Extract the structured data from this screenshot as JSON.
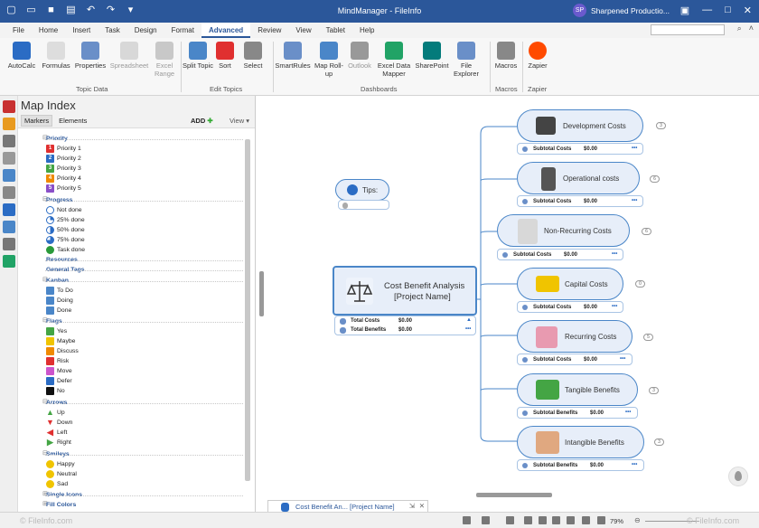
{
  "app": {
    "title": "MindManager - FileInfo",
    "user_initials": "SP",
    "user_name": "Sharpened Productio..."
  },
  "menu": [
    "File",
    "Home",
    "Insert",
    "Task",
    "Design",
    "Format",
    "Advanced",
    "Review",
    "View",
    "Tablet",
    "Help"
  ],
  "ribbon": {
    "buttons": [
      "AutoCalc",
      "Formulas",
      "Properties",
      "Spreadsheet",
      "Excel Range",
      "Split Topic",
      "Sort",
      "Select",
      "SmartRules",
      "Map Roll-up",
      "Outlook",
      "Excel Data Mapper",
      "SharePoint",
      "File Explorer",
      "Macros",
      "Zapier"
    ],
    "groups": [
      "Topic Data",
      "Edit Topics",
      "Dashboards",
      "Macros",
      "Zapier"
    ]
  },
  "panel": {
    "title": "Map Index",
    "tabs": [
      "Markers",
      "Elements"
    ],
    "add_label": "ADD",
    "view_label": "View"
  },
  "markers": {
    "priority": {
      "label": "Priority",
      "items": [
        "Priority 1",
        "Priority 2",
        "Priority 3",
        "Priority 4",
        "Priority 5"
      ],
      "colors": [
        "#e03030",
        "#2b6cc4",
        "#44a544",
        "#f08a00",
        "#8a4fc8"
      ]
    },
    "progress": {
      "label": "Progress",
      "items": [
        "Not done",
        "25% done",
        "50% done",
        "75% done",
        "Task done"
      ]
    },
    "resources": {
      "label": "Resources"
    },
    "general_tags": {
      "label": "General Tags"
    },
    "kanban": {
      "label": "Kanban",
      "items": [
        "To Do",
        "Doing",
        "Done"
      ]
    },
    "flags": {
      "label": "Flags",
      "items": [
        "Yes",
        "Maybe",
        "Discuss",
        "Risk",
        "Move",
        "Defer",
        "No"
      ],
      "colors": [
        "#44a544",
        "#f0c400",
        "#f08a00",
        "#e03030",
        "#cc55cc",
        "#2b6cc4",
        "#111111"
      ]
    },
    "arrows": {
      "label": "Arrows",
      "items": [
        "Up",
        "Down",
        "Left",
        "Right"
      ],
      "colors": [
        "#44a544",
        "#e03030",
        "#e03030",
        "#44a544"
      ]
    },
    "smileys": {
      "label": "Smileys",
      "items": [
        "Happy",
        "Neutral",
        "Sad"
      ]
    },
    "single_icons": {
      "label": "Single Icons"
    },
    "fill_colors": {
      "label": "Fill Colors"
    }
  },
  "map": {
    "tips": "Tips:",
    "central": {
      "title": "Cost Benefit Analysis",
      "subtitle": "[Project Name]",
      "row1_label": "Total Costs",
      "row1_value": "$0.00",
      "row2_label": "Total Benefits",
      "row2_value": "$0.00"
    },
    "topics": [
      {
        "label": "Development Costs",
        "sub": "Subtotal Costs",
        "val": "$0.00",
        "count": "3"
      },
      {
        "label": "Operational costs",
        "sub": "Subtotal Costs",
        "val": "$0.00",
        "count": "6"
      },
      {
        "label": "Non-Recurring Costs",
        "sub": "Subtotal Costs",
        "val": "$0.00",
        "count": "6"
      },
      {
        "label": "Capital Costs",
        "sub": "Subtotal Costs",
        "val": "$0.00",
        "count": "0"
      },
      {
        "label": "Recurring Costs",
        "sub": "Subtotal Costs",
        "val": "$0.00",
        "count": "5"
      },
      {
        "label": "Tangible Benefits",
        "sub": "Subtotal Benefits",
        "val": "$0.00",
        "count": "3"
      },
      {
        "label": "Intangible Benefits",
        "sub": "Subtotal Benefits",
        "val": "$0.00",
        "count": "3"
      }
    ]
  },
  "doc_tab": "Cost Benefit An... [Project Name]",
  "status": {
    "zoom": "79%",
    "watermark": "© FileInfo.com",
    "watermark_right": "© FileInfo.com"
  }
}
